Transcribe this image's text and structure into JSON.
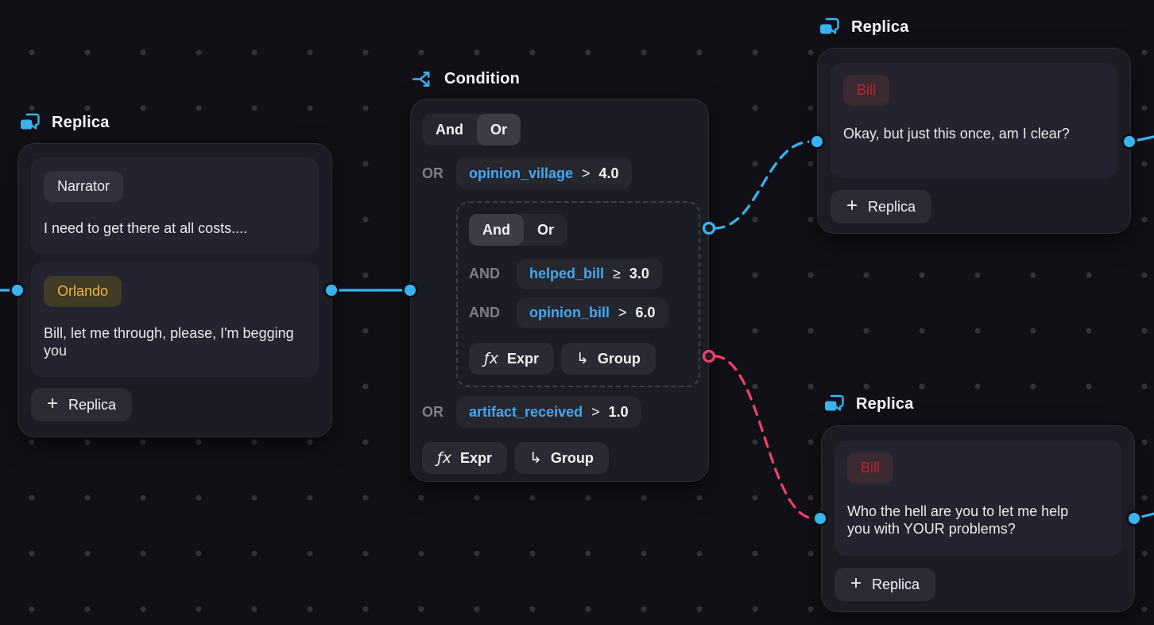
{
  "colors": {
    "accent_cyan": "#38b4f2",
    "accent_pink": "#f23e72",
    "variable_blue": "#41a8ef",
    "speaker_gold": "#e9b441",
    "speaker_red": "#b02a38"
  },
  "glyphs": {
    "plus": "+",
    "fx": "ƒx",
    "group_arrow": "↳"
  },
  "nodes": {
    "replica_left": {
      "title": "Replica",
      "entries": [
        {
          "speaker": "Narrator",
          "text": "I need to get there at all costs...."
        },
        {
          "speaker": "Orlando",
          "text": "Bill, let me through, please, I'm begging you"
        }
      ],
      "add_label": "Replica"
    },
    "condition": {
      "title": "Condition",
      "outer_toggle": {
        "and": "And",
        "or": "Or",
        "selected": "Or"
      },
      "inner_toggle": {
        "and": "And",
        "or": "Or",
        "selected": "And"
      },
      "rows": {
        "opinion_village": {
          "prefix": "OR",
          "variable": "opinion_village",
          "op": ">",
          "value": "4.0"
        },
        "helped_bill": {
          "prefix": "AND",
          "variable": "helped_bill",
          "op": "≥",
          "value": "3.0"
        },
        "opinion_bill": {
          "prefix": "AND",
          "variable": "opinion_bill",
          "op": ">",
          "value": "6.0"
        },
        "artifact_received": {
          "prefix": "OR",
          "variable": "artifact_received",
          "op": ">",
          "value": "1.0"
        }
      },
      "expr_label": "Expr",
      "group_label": "Group"
    },
    "replica_top_right": {
      "title": "Replica",
      "speaker": "Bill",
      "text": "Okay, but just this once, am I clear?",
      "add_label": "Replica"
    },
    "replica_bottom_right": {
      "title": "Replica",
      "speaker": "Bill",
      "text": "Who the hell are you to let me help you with YOUR problems?",
      "add_label": "Replica"
    }
  }
}
